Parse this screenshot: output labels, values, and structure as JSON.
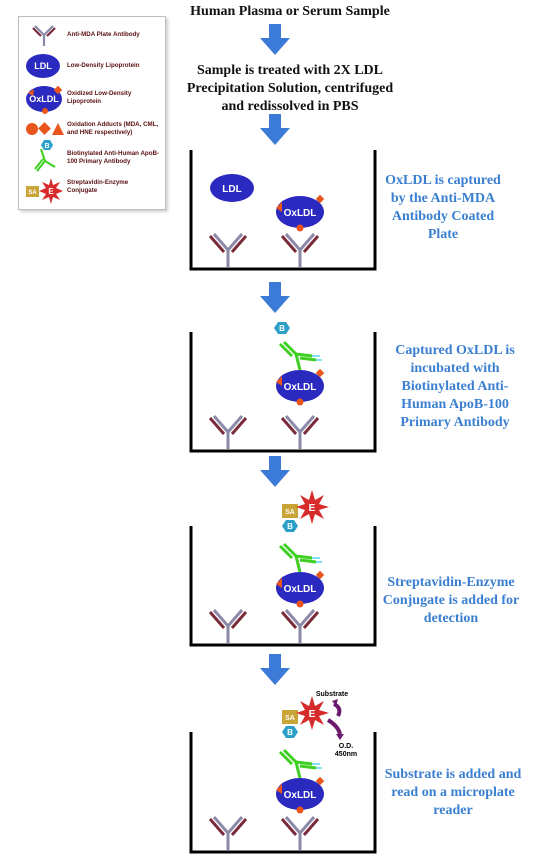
{
  "title": "Human Plasma or Serum Sample",
  "step0": [
    "Sample is treated with 2X LDL",
    "Precipitation Solution, centrifuged",
    "and redissolved in PBS"
  ],
  "legend": {
    "items": [
      {
        "icon": "antibody-icon",
        "label": "Anti-MDA Plate Antibody"
      },
      {
        "icon": "ldl-icon",
        "label": "Low-Density Lipoprotein",
        "badge": "LDL"
      },
      {
        "icon": "oxldl-icon",
        "label": "Oxidized Low-Density Lipoprotein",
        "badge": "OxLDL"
      },
      {
        "icon": "adducts-icon",
        "label": "Oxidation Adducts (MDA, CML, and HNE respectively)"
      },
      {
        "icon": "biotin-antibody-icon",
        "label": "Biotinylated Anti-Human ApoB-100 Primary Antibody",
        "badge": "B"
      },
      {
        "icon": "sa-enzyme-icon",
        "label": "Streptavidin-Enzyme Conjugate",
        "sa": "SA",
        "e": "E"
      }
    ]
  },
  "labels": {
    "ldl": "LDL",
    "oxldl": "OxLDL",
    "b": "B",
    "sa": "SA",
    "e": "E",
    "substrate": "Substrate",
    "od": "O.D.",
    "nm": "450nm"
  },
  "steps": [
    {
      "text": [
        "OxLDL is captured",
        "by the Anti-MDA",
        "Antibody Coated",
        "Plate"
      ]
    },
    {
      "text": [
        "Captured OxLDL is",
        "incubated with",
        "Biotinylated Anti-",
        "Human ApoB-100",
        "Primary Antibody"
      ]
    },
    {
      "text": [
        "Streptavidin-Enzyme",
        "Conjugate is added for",
        "detection"
      ]
    },
    {
      "text": [
        "Substrate is added and",
        "read on a microplate",
        "reader"
      ]
    }
  ],
  "colors": {
    "arrow": "#3b7ad6",
    "ldl": "#2a29c0",
    "side_text": "#3a7fd0",
    "adduct": "#e8561c",
    "biotin_ab": "#3fcf22",
    "biotin": "#2c9fc8",
    "sa": "#c9a437",
    "enzyme": "#d72b2b",
    "substrate": "#6b1a6e"
  }
}
